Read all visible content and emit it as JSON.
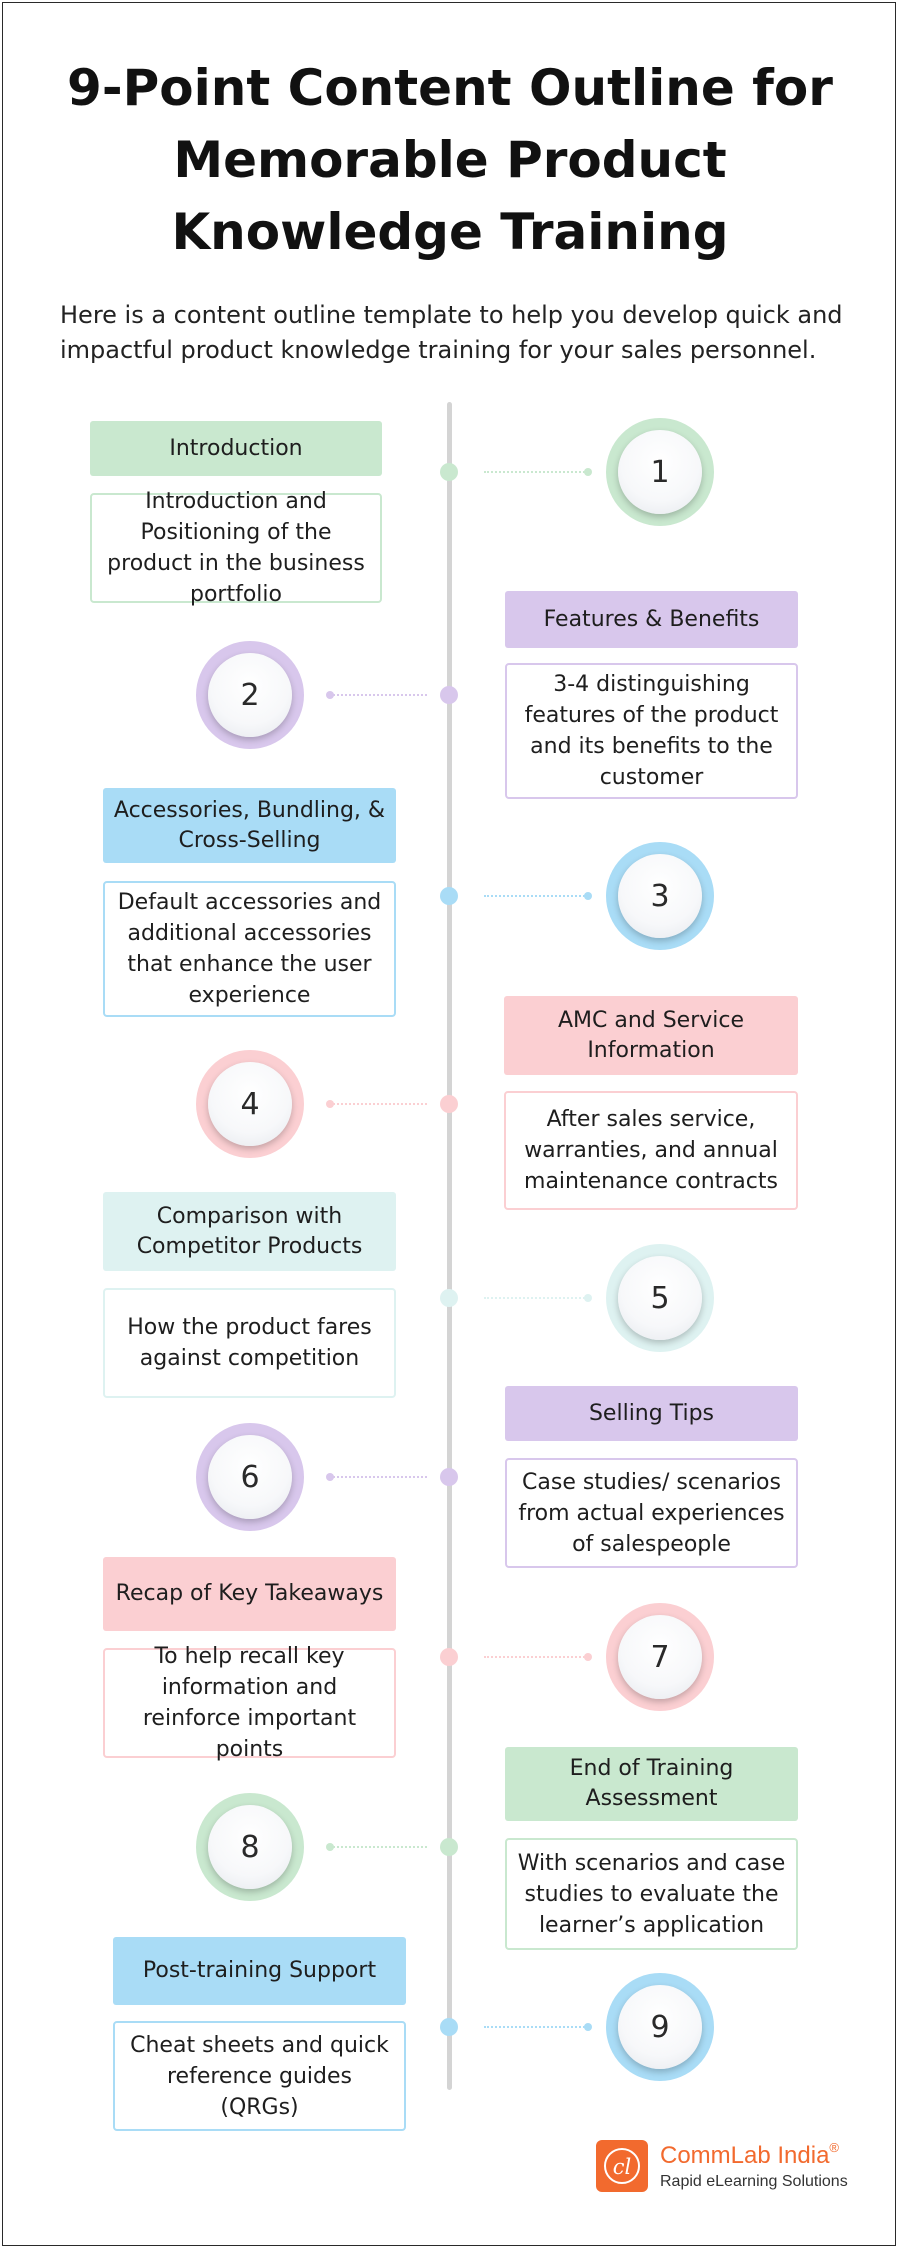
{
  "header": {
    "title_lines": [
      "9-Point Content Outline for",
      "Memorable Product",
      "Knowledge Training"
    ],
    "intro": "Here is a content outline template to help you develop quick and impactful product knowledge training for your sales personnel."
  },
  "steps": [
    {
      "number": "1",
      "label": "Introduction",
      "description": "Introduction and Positioning of the product in the business portfolio",
      "color": "#c9e8cf"
    },
    {
      "number": "2",
      "label": "Features & Benefits",
      "description": "3-4 distinguishing features of the product and its benefits to the customer",
      "color": "#d8c7ec"
    },
    {
      "number": "3",
      "label": "Accessories, Bundling, & Cross-Selling",
      "description": "Default accessories and additional accessories that enhance the user experience",
      "color": "#a9dcf6"
    },
    {
      "number": "4",
      "label": "AMC and Service Information",
      "description": "After sales service, warranties, and annual maintenance contracts",
      "color": "#fbcfd2"
    },
    {
      "number": "5",
      "label": "Comparison with Competitor Products",
      "description": "How the product fares against competition",
      "color": "#def2f1"
    },
    {
      "number": "6",
      "label": "Selling Tips",
      "description": "Case studies/ scenarios from actual experiences of salespeople",
      "color": "#d8c7ec"
    },
    {
      "number": "7",
      "label": "Recap of Key Takeaways",
      "description": "To help recall key information and reinforce important points",
      "color": "#fbcfd2"
    },
    {
      "number": "8",
      "label": "End of Training Assessment",
      "description": "With scenarios and case studies to evaluate the learner’s application",
      "color": "#c9e8cf"
    },
    {
      "number": "9",
      "label": "Post-training Support",
      "description": "Cheat sheets and quick reference guides (QRGs)",
      "color": "#a9dcf6"
    }
  ],
  "logo": {
    "name": "CommLab India",
    "registered": "®",
    "tagline": "Rapid eLearning Solutions",
    "mark_icon": "cl-monogram-icon",
    "brand_color": "#f26a2e"
  }
}
